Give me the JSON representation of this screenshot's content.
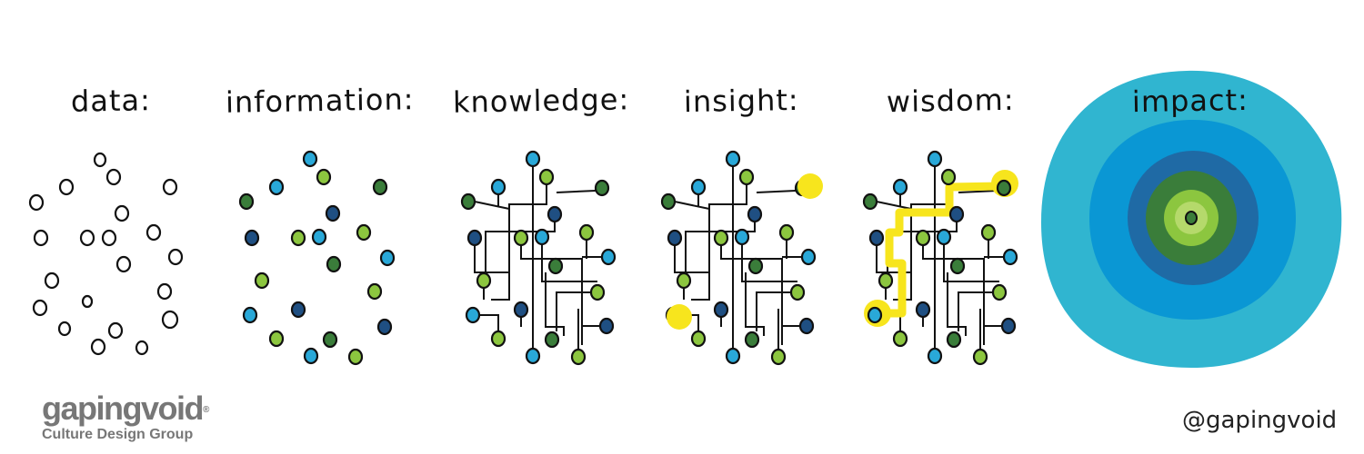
{
  "stages": [
    {
      "title": "data:"
    },
    {
      "title": "information:"
    },
    {
      "title": "knowledge:"
    },
    {
      "title": "insight:"
    },
    {
      "title": "wisdom:"
    },
    {
      "title": "impact:"
    }
  ],
  "brand": {
    "name": "gapingvoid",
    "registered_mark": "®",
    "tagline": "Culture Design Group"
  },
  "handle": "@gapingvoid",
  "colors": {
    "light_blue": "#29a8d8",
    "dark_blue": "#1f4f82",
    "dark_green": "#3a7d3a",
    "light_green": "#8cc63f",
    "highlight_yellow": "#f7e51d",
    "impact_outer": "#30b5d0",
    "impact_mid": "#0a97d4",
    "impact_inner": "#1f6aa5"
  }
}
